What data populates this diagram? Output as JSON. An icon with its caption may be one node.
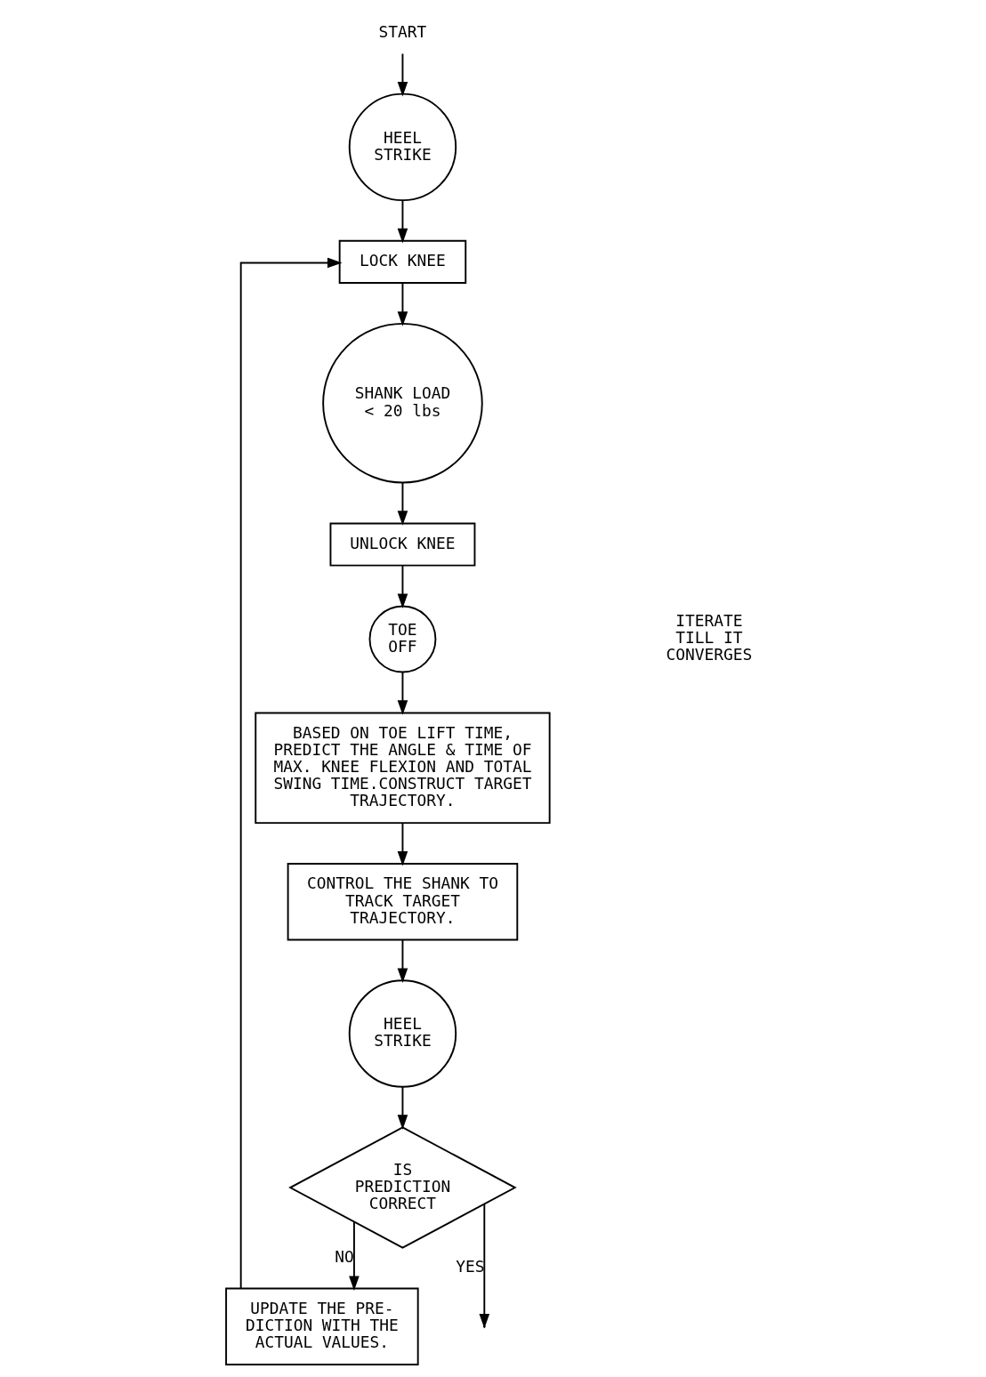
{
  "diagram": {
    "nodes": [
      {
        "text": [
          "START"
        ]
      },
      {
        "text": [
          "HEEL STRIKE"
        ]
      },
      {
        "text": [
          "LOCK KNEE"
        ]
      },
      {
        "text": [
          "SHANK LOAD < 20 lbs"
        ]
      },
      {
        "text": [
          "UNLOCK KNEE"
        ]
      },
      {
        "text": [
          "TOE OFF"
        ]
      },
      {
        "text": [
          "BASED ON TOE LIFT TIME, PREDICT THE ANGLE & TIME OF MAX. KNEE FLEXION AND TOTAL SWING TIME.CONSTRUCT TARGET TRAJECTORY."
        ]
      },
      {
        "text": [
          "CONTROL THE SHANK TO TRACK TARGET TRAJECTORY."
        ]
      },
      {
        "text": [
          "HEEL STRIKE"
        ]
      },
      {
        "text": [
          "IS PREDICTION CORRECT"
        ]
      },
      {
        "text": [
          "UPDATE THE PRE- DICTION WITH THE ACTUAL VALUES."
        ]
      }
    ],
    "edges": [
      {
        "from": 0,
        "to": 1,
        "arrow": "to"
      },
      {
        "from": 1,
        "to": 2,
        "arrow": "to"
      },
      {
        "from": 2,
        "to": 3,
        "arrow": "to"
      },
      {
        "from": 3,
        "to": 4,
        "arrow": "to"
      },
      {
        "from": 4,
        "to": 5,
        "arrow": "to"
      },
      {
        "from": 5,
        "to": 6,
        "arrow": "to"
      },
      {
        "from": 6,
        "to": 7,
        "arrow": "to"
      },
      {
        "from": 7,
        "to": 8,
        "arrow": "to"
      },
      {
        "from": 8,
        "to": 9,
        "arrow": "to"
      },
      {
        "from": 9,
        "to": 10,
        "arrow": "to",
        "label": "NO"
      },
      {
        "from": 10,
        "to": 2,
        "arrow": "to"
      },
      {
        "from": 9,
        "to": null,
        "arrow": "to",
        "label": "YES"
      }
    ],
    "labels": [
      "ITERATE TILL IT CONVERGES"
    ]
  }
}
